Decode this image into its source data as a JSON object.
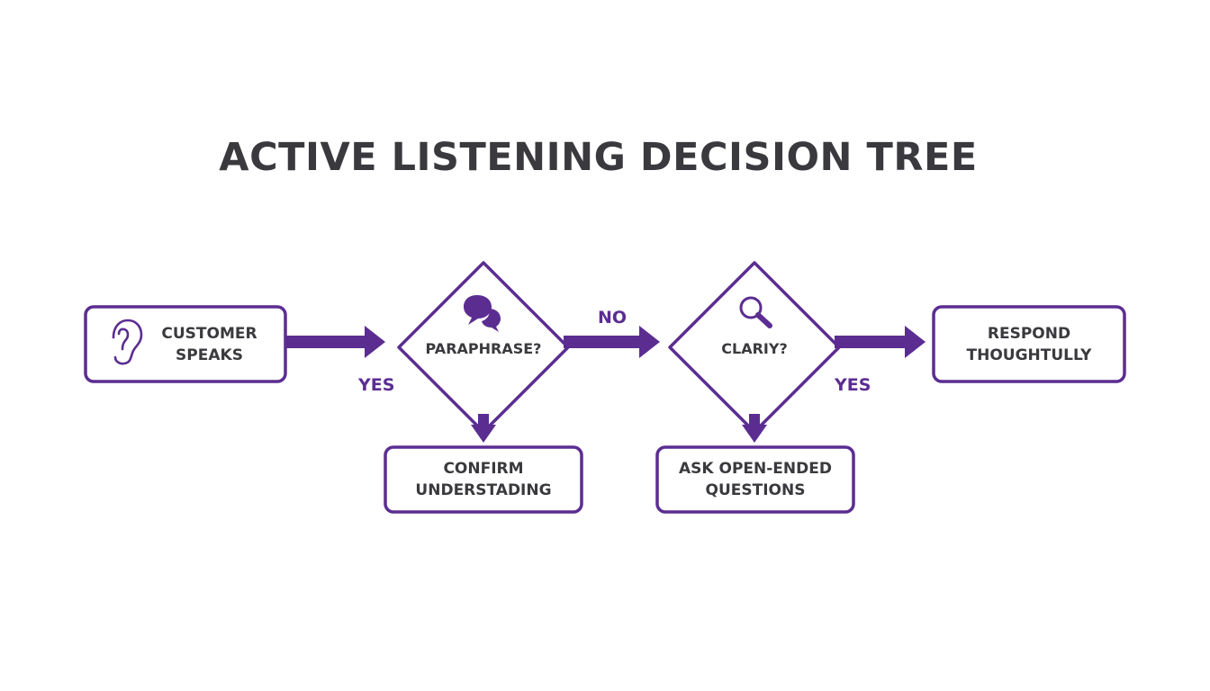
{
  "title": "ACTIVE LISTENING DECISION TREE",
  "colors": {
    "accent": "#5b2d91",
    "text": "#3a3a3e",
    "background": "#ffffff"
  },
  "nodes": {
    "customer_speaks": {
      "line1": "CUSTOMER",
      "line2": "SPEAKS",
      "icon": "ear-icon"
    },
    "paraphrase": {
      "label": "PARAPHRASE?",
      "icon": "speech-bubbles-icon"
    },
    "clarify": {
      "label": "CLARIY?",
      "icon": "magnifier-icon"
    },
    "respond": {
      "line1": "RESPOND",
      "line2": "THOUGHTULLY"
    },
    "confirm": {
      "line1": "CONFIRM",
      "line2": "UNDERSTADING"
    },
    "ask": {
      "line1": "ASK OPEN-ENDED",
      "line2": "QUESTIONS"
    }
  },
  "edge_labels": {
    "yes_left": "YES",
    "no_middle": "NO",
    "yes_right": "YES"
  }
}
